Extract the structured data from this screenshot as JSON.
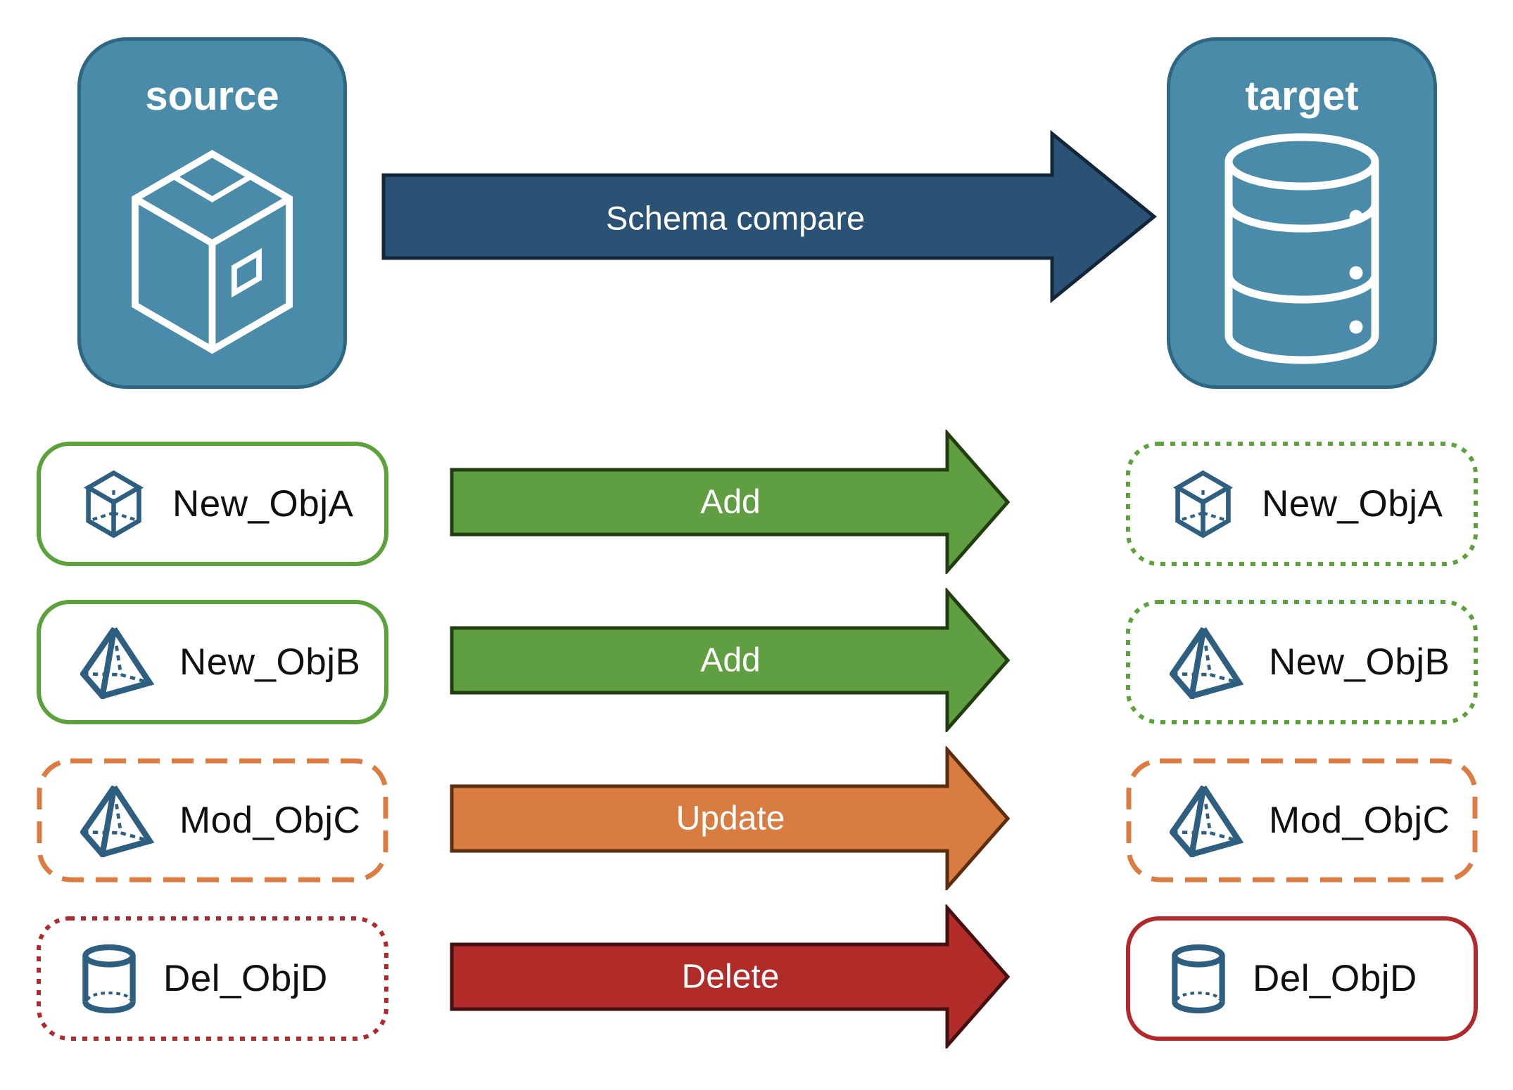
{
  "header": {
    "source_label": "source",
    "target_label": "target",
    "flow_arrow_label": "Schema compare",
    "source_icon": "package-box-icon",
    "target_icon": "database-icon"
  },
  "rows": [
    {
      "source_label": "New_ObjA",
      "target_label": "New_ObjA",
      "action": "Add",
      "icon": "cube-icon",
      "source_border_style": "solid-green",
      "target_border_style": "dotted-green"
    },
    {
      "source_label": "New_ObjB",
      "target_label": "New_ObjB",
      "action": "Add",
      "icon": "pyramid-icon",
      "source_border_style": "solid-green",
      "target_border_style": "dotted-green"
    },
    {
      "source_label": "Mod_ObjC",
      "target_label": "Mod_ObjC",
      "action": "Update",
      "icon": "pyramid-icon",
      "source_border_style": "dashed-orange",
      "target_border_style": "dashed-orange"
    },
    {
      "source_label": "Del_ObjD",
      "target_label": "Del_ObjD",
      "action": "Delete",
      "icon": "cylinder-icon",
      "source_border_style": "dotted-red",
      "target_border_style": "solid-red"
    }
  ],
  "colors": {
    "node_fill": "#4A8BA9",
    "node_border": "#2E6784",
    "compare_arrow_fill": "#2A5274",
    "compare_arrow_border": "#14273A",
    "add_arrow_fill": "#609E42",
    "add_arrow_border": "#223D10",
    "update_arrow_fill": "#D87C41",
    "update_arrow_border": "#5D2E0E",
    "delete_arrow_fill": "#B12B28",
    "delete_arrow_border": "#441011",
    "green_outline": "#5CA23A",
    "orange_outline": "#DD7C42",
    "red_outline": "#B3282A",
    "small_icon_stroke": "#2E5E80",
    "node_icon_stroke": "#FFFFFF"
  }
}
